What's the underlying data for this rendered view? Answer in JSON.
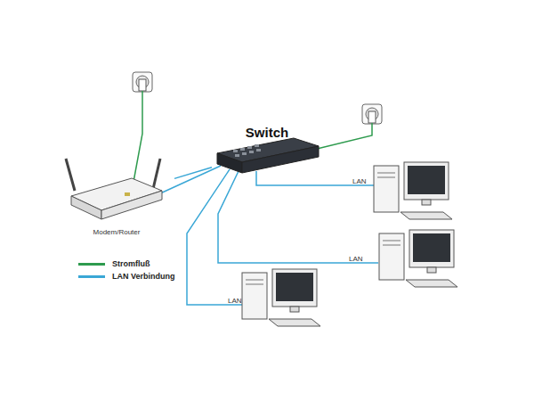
{
  "diagram": {
    "nodes": [
      {
        "text": [
          "Switch"
        ]
      },
      {
        "text": [
          "Modem/Router"
        ]
      }
    ],
    "edges": [
      {
        "from": 0,
        "to": 1,
        "arrow": "none"
      }
    ],
    "labels": [
      "LAN",
      "LAN",
      "LAN"
    ],
    "legend": [
      {
        "text": "Stromfluß",
        "color": "#2e9b4e"
      },
      {
        "text": "LAN Verbindung",
        "color": "#3aa7d6"
      }
    ]
  }
}
